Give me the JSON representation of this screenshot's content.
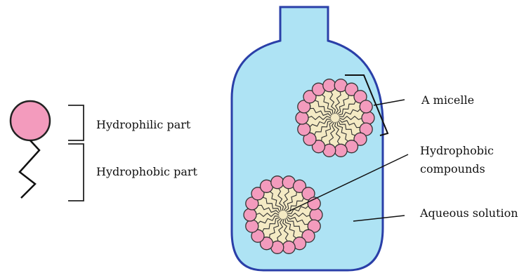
{
  "labels": {
    "hydrophilic": "Hydrophilic part",
    "hydrophobic": "Hydrophobic part",
    "micelle": "A micelle",
    "compounds_line1": "Hydrophobic",
    "compounds_line2": "compounds",
    "aqueous": "Aqueous solution"
  },
  "colors": {
    "bottle_fill": "#aee3f4",
    "bottle_stroke": "#2a3fa8",
    "head_fill": "#f39bbd",
    "core_fill": "#f4eac4",
    "tail_stroke": "#333333"
  },
  "micelle_count": 2
}
